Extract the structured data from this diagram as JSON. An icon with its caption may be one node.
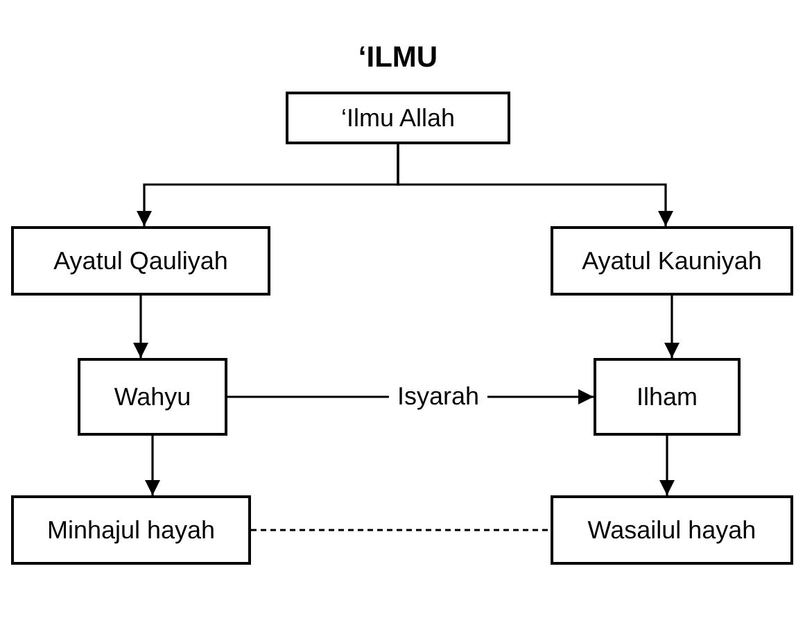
{
  "diagram": {
    "title": "‘ILMU",
    "nodes": [
      {
        "text": [
          "‘Ilmu Allah"
        ]
      },
      {
        "text": [
          "Ayatul Qauliyah"
        ]
      },
      {
        "text": [
          "Ayatul Kauniyah"
        ]
      },
      {
        "text": [
          "Wahyu"
        ]
      },
      {
        "text": [
          "Ilham"
        ]
      },
      {
        "text": [
          "Minhajul hayah"
        ]
      },
      {
        "text": [
          "Wasailul hayah"
        ]
      }
    ],
    "edges": [
      {
        "from": 0,
        "to": 1,
        "arrow": "to"
      },
      {
        "from": 0,
        "to": 2,
        "arrow": "to"
      },
      {
        "from": 1,
        "to": 3,
        "arrow": "to"
      },
      {
        "from": 2,
        "to": 4,
        "arrow": "to"
      },
      {
        "from": 3,
        "to": 4,
        "arrow": "to",
        "label": "Isyarah"
      },
      {
        "from": 3,
        "to": 5,
        "arrow": "to"
      },
      {
        "from": 4,
        "to": 6,
        "arrow": "to"
      },
      {
        "from": 5,
        "to": 6,
        "arrow": "none",
        "style": "dashed"
      }
    ]
  }
}
